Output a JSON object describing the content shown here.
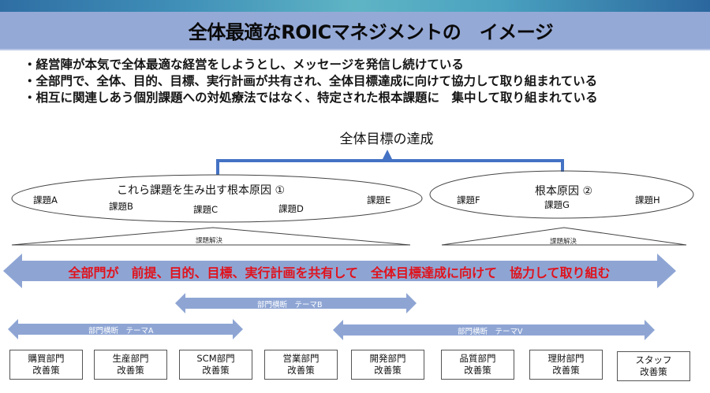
{
  "title": "全体最適なROICマネジメントの　イメージ",
  "bullets": [
    "・経営陣が本気で全体最適な経営をしようとし、メッセージを発信し続けている",
    "・全部門で、全体、目的、目標、実行計画が共有され、全体目標達成に向けて協力して取り組まれている",
    "・相互に関連しあう個別課題への対処療法ではなく、特定された根本課題に　集中して取り組まれている"
  ],
  "goal": "全体目標の達成",
  "root_causes": [
    {
      "title": "これら課題を生み出す根本原因 ①",
      "issues": [
        "課題A",
        "課題B",
        "課題C",
        "課題D",
        "課題E"
      ],
      "solve_label": "課題解決"
    },
    {
      "title": "根本原因 ②",
      "issues": [
        "課題F",
        "課題G",
        "課題H"
      ],
      "solve_label": "課題解決"
    }
  ],
  "main_arrow": "全部門が　前提、目的、目標、実行計画を共有して　全体目標達成に向けて　協力して取り組む",
  "themes": {
    "b": "部門横断　テーマB",
    "a": "部門横断　テーマA",
    "v": "部門横断　テーマV"
  },
  "departments": [
    {
      "name": "購買部門",
      "action": "改善策"
    },
    {
      "name": "生産部門",
      "action": "改善策"
    },
    {
      "name": "SCM部門",
      "action": "改善策"
    },
    {
      "name": "営業部門",
      "action": "改善策"
    },
    {
      "name": "開発部門",
      "action": "改善策"
    },
    {
      "name": "品質部門",
      "action": "改善策"
    },
    {
      "name": "理財部門",
      "action": "改善策"
    },
    {
      "name": "スタッフ",
      "action": "改善策"
    }
  ],
  "colors": {
    "title_bar": "#95a9d6",
    "arrow_fill": "#8ea5d4",
    "bracket": "#4472c4",
    "main_arrow_text": "#e0121c"
  }
}
